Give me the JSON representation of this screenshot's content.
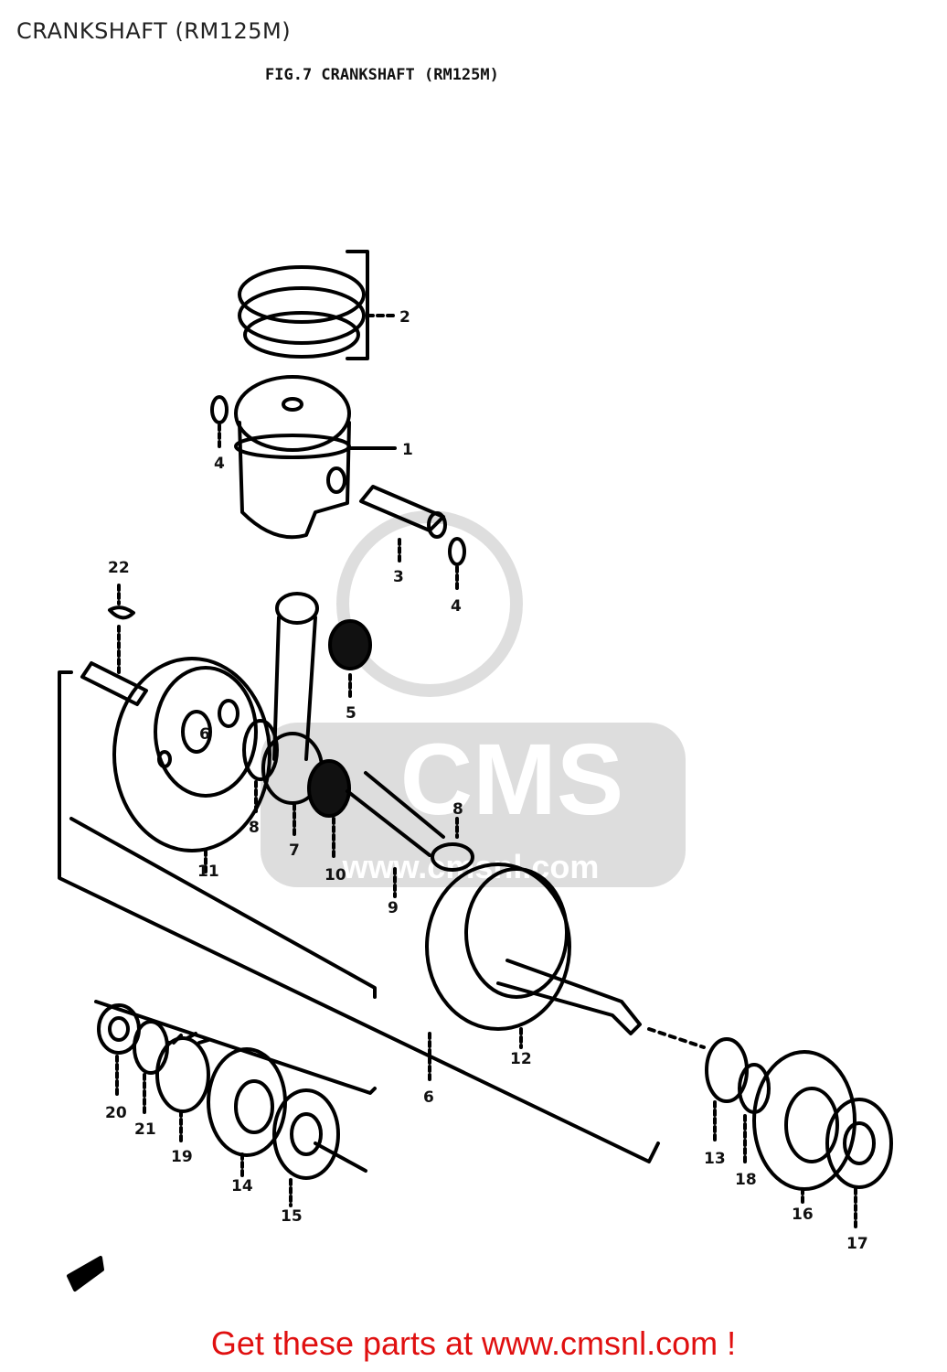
{
  "page_title": "CRANKSHAFT (RM125M)",
  "figure_title": "FIG.7  CRANKSHAFT (RM125M)",
  "watermark": {
    "big": "CMS",
    "url": "www.cmsnl.com"
  },
  "footer": {
    "text": "Get these parts at www.cmsnl.com !",
    "color": "#e01010"
  },
  "part_labels": {
    "p1": "1",
    "p2": "2",
    "p3": "3",
    "p4a": "4",
    "p4b": "4",
    "p5": "5",
    "p6": "6",
    "p7": "7",
    "p8a": "8",
    "p8b": "8",
    "p9": "9",
    "p10": "10",
    "p11": "11",
    "p12": "12",
    "p13": "13",
    "p14": "14",
    "p15": "15",
    "p16": "16",
    "p17": "17",
    "p18": "18",
    "p19": "19",
    "p20": "20",
    "p21": "21",
    "p22": "22",
    "p6c": "6"
  }
}
